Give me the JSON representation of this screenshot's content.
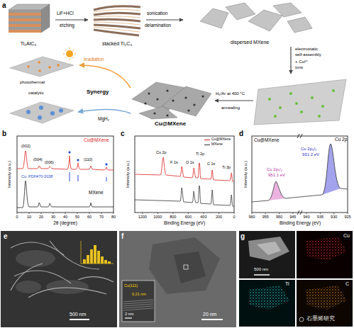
{
  "diagram": {
    "nodes": [
      {
        "text": [
          "Ti₂AlC₃"
        ]
      },
      {
        "text": [
          "stacked Ti₂C₃"
        ]
      },
      {
        "text": [
          "dispersed MXene"
        ]
      },
      {
        "text": [
          "Cu@MXene"
        ]
      }
    ],
    "edges": [
      {
        "from": 0,
        "to": 1,
        "arrow": "to"
      },
      {
        "from": 1,
        "to": 2,
        "arrow": "to"
      }
    ],
    "labels": [
      "a",
      "b",
      "c",
      "d",
      "e",
      "f",
      "g",
      "LiF+HCl",
      "etching",
      "sonication",
      "delamination",
      "electrostatic",
      "self-assembly",
      "+ Cu²⁺",
      "ions",
      "H₂/Ar at 400 °C",
      "annealing",
      "irradiation",
      "photothermal",
      "Synergy",
      "catalytic",
      "MgH₂",
      "Cu@MXene",
      "Cu: PDF#70-3038",
      "(002)",
      "(004)",
      "(006)",
      "(110)",
      "MXene",
      "Intensity (a.u.)",
      "2θ (degree)",
      "0",
      "10",
      "20",
      "30",
      "40",
      "50",
      "60",
      "70",
      "80",
      "Cu 2p",
      "F 1s",
      "O 1s",
      "Ti 2p",
      "C 1s",
      "Ti 3p",
      "Intensity (a.u.)",
      "Binding Energy (eV)",
      "1200",
      "1000",
      "800",
      "600",
      "400",
      "200",
      "0",
      "Cu@MXene",
      "Cu 2p",
      "Cu 2p₁/₂",
      "951.1 eV",
      "Cu 2p₃/₂",
      "931.2 eV",
      "Intensity (a.u.)",
      "Binding Energy (eV)",
      "960",
      "955",
      "950",
      "945",
      "940",
      "935",
      "930",
      "925",
      "500 nm",
      "20 nm",
      "Cu(111)",
      "0.21 nm",
      "2 nm",
      "500 nm",
      "Cu",
      "Ti",
      "C",
      "石墨烯研究"
    ],
    "legend": [
      {
        "text": "Cu@MXene"
      },
      {
        "text": "MXene"
      }
    ]
  }
}
